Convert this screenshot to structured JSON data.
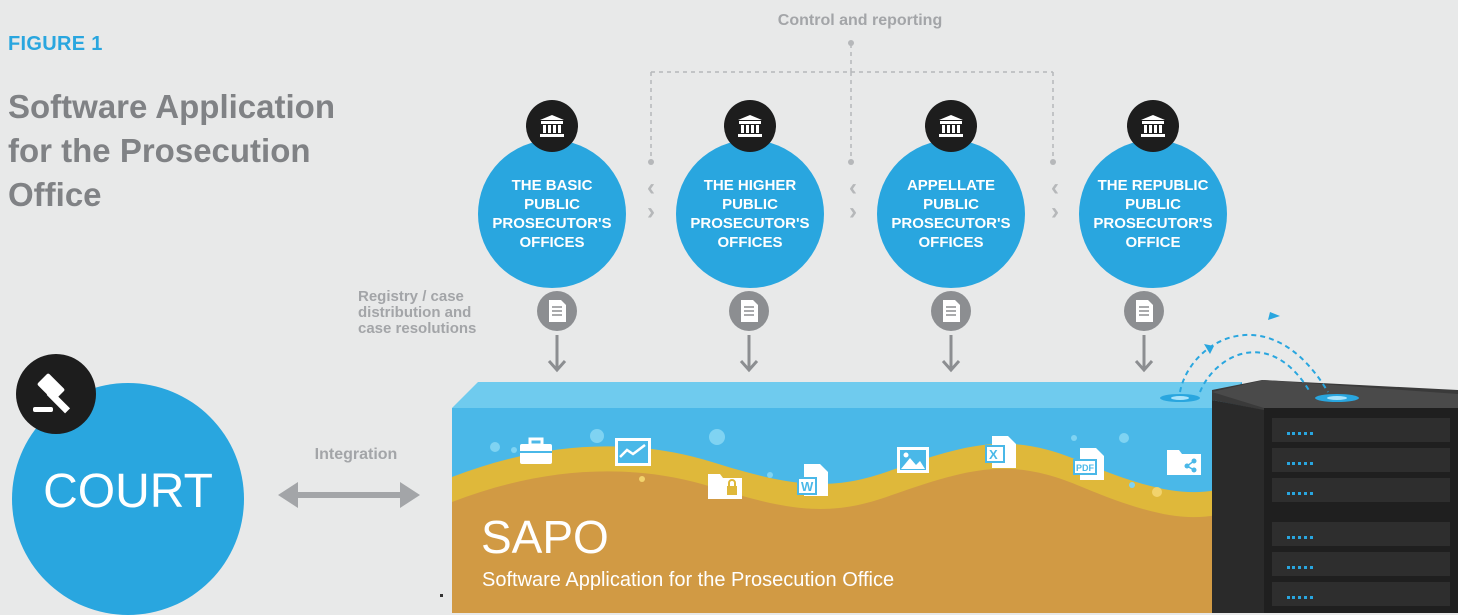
{
  "figure": {
    "label": "FIGURE 1",
    "title": "Software Application for the Prosecution Office"
  },
  "labels": {
    "control": "Control and reporting",
    "registry": "Registry / case distribution and case resolutions",
    "integration": "Integration"
  },
  "offices": [
    {
      "name": "THE BASIC\nPUBLIC\nPROSECUTOR'S\nOFFICES",
      "icon": "bank-icon"
    },
    {
      "name": "THE HIGHER\nPUBLIC\nPROSECUTOR'S\nOFFICES",
      "icon": "bank-icon"
    },
    {
      "name": "APPELLATE\nPUBLIC\nPROSECUTOR'S\nOFFICES",
      "icon": "bank-icon"
    },
    {
      "name": "THE REPUBLIC\nPUBLIC\nPROSECUTOR'S\nOFFICE",
      "icon": "bank-icon"
    }
  ],
  "court": {
    "label": "COURT",
    "icon": "gavel-icon"
  },
  "sapo": {
    "title": "SAPO",
    "subtitle": "Software Application for the Prosecution Office",
    "file_icons": [
      "briefcase-icon",
      "chart-icon",
      "locked-folder-icon",
      "word-doc-icon",
      "image-icon",
      "excel-doc-icon",
      "pdf-doc-icon",
      "shared-folder-icon"
    ]
  },
  "server": {
    "icon": "server-rack-icon"
  },
  "colors": {
    "background": "#e8e9e9",
    "accent": "#29a6df",
    "dark": "#1d1d1d",
    "gray": "#a3a5a8",
    "sand": "#d4a84a",
    "water": "#5cc4ec"
  }
}
